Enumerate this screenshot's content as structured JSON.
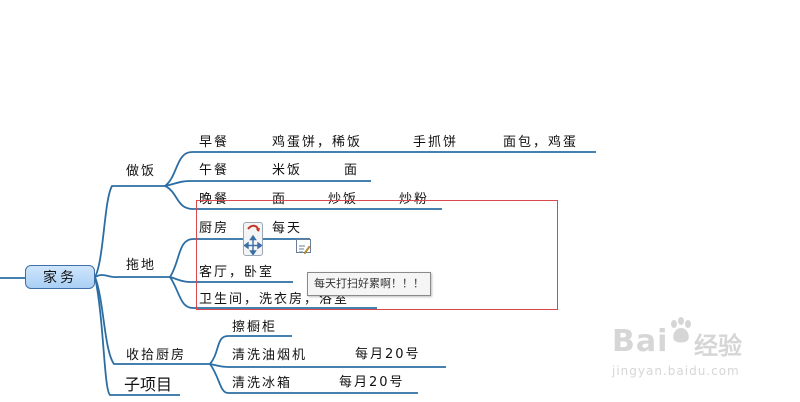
{
  "root": {
    "label": "家务"
  },
  "branches": {
    "cooking": "做饭",
    "mopping": "拖地",
    "kitchen_cleanup": "收拾厨房",
    "subtopic": "子项目"
  },
  "cooking": {
    "breakfast": {
      "label": "早餐",
      "items": [
        "鸡蛋饼，稀饭",
        "手抓饼",
        "面包，鸡蛋"
      ]
    },
    "lunch": {
      "label": "午餐",
      "items": [
        "米饭",
        "面"
      ]
    },
    "dinner": {
      "label": "晚餐",
      "items": [
        "面",
        "炒饭",
        "炒粉"
      ]
    }
  },
  "mopping": {
    "kitchen": {
      "label": "厨房",
      "frequency": "每天"
    },
    "living": {
      "label": "客厅，卧室"
    },
    "bathroom": {
      "label": "卫生间，洗衣房，浴室"
    }
  },
  "kitchen_cleanup": {
    "cabinet": {
      "label": "擦橱柜"
    },
    "hood": {
      "label": "清洗油烟机",
      "frequency": "每月20号"
    },
    "fridge": {
      "label": "清洗冰箱",
      "frequency": "每月20号"
    }
  },
  "tooltip": "每天打扫好累啊！！！",
  "watermark": {
    "brand": "Bai",
    "jingyan": "经验",
    "url": "jingyan.baidu.com"
  },
  "colors": {
    "connector": "#2c6ea3",
    "underline": "#2c6ea3",
    "selection": "#d9484c",
    "root_fill": "#a9d0f5"
  }
}
